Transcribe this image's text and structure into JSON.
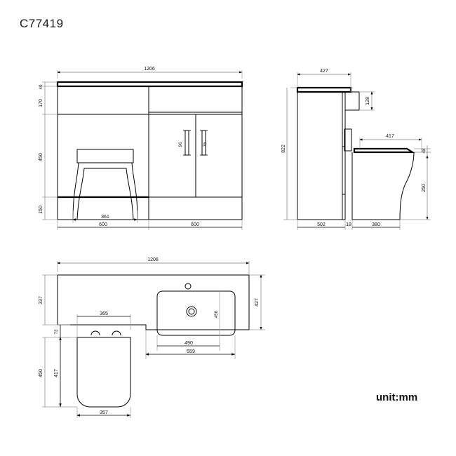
{
  "document": {
    "product_code": "C77419",
    "unit_label": "unit:mm"
  },
  "views": {
    "front": {
      "name": "front-elevation",
      "dimensions": {
        "overall_width": "1206",
        "top_thickness": "40",
        "drawer_height": "170",
        "door_height": "450",
        "plinth_height": "150",
        "toilet_width": "361",
        "left_section_width": "600",
        "right_section_width": "600",
        "handle_left": "96",
        "handle_right": "76"
      }
    },
    "side": {
      "name": "side-elevation",
      "dimensions": {
        "top_depth": "427",
        "cistern_depth": "128",
        "overall_height": "822",
        "seat_depth": "417",
        "seat_thickness": "48",
        "pan_height": "250",
        "cabinet_depth": "502",
        "gap": "18",
        "pan_depth": "380"
      }
    },
    "plan": {
      "name": "plan-view",
      "dimensions": {
        "overall_width": "1206",
        "left_depth": "337",
        "step_depth": "73",
        "toilet_length": "417",
        "toilet_offset": "450",
        "toilet_center": "365",
        "toilet_width": "357",
        "top_depth": "427",
        "basin_depth": "456",
        "basin_inner_width": "490",
        "basin_width": "559"
      }
    }
  },
  "style": {
    "line_color": "#000000",
    "dim_color": "#7d7d7d",
    "text_color": "#111111",
    "background": "#ffffff"
  }
}
